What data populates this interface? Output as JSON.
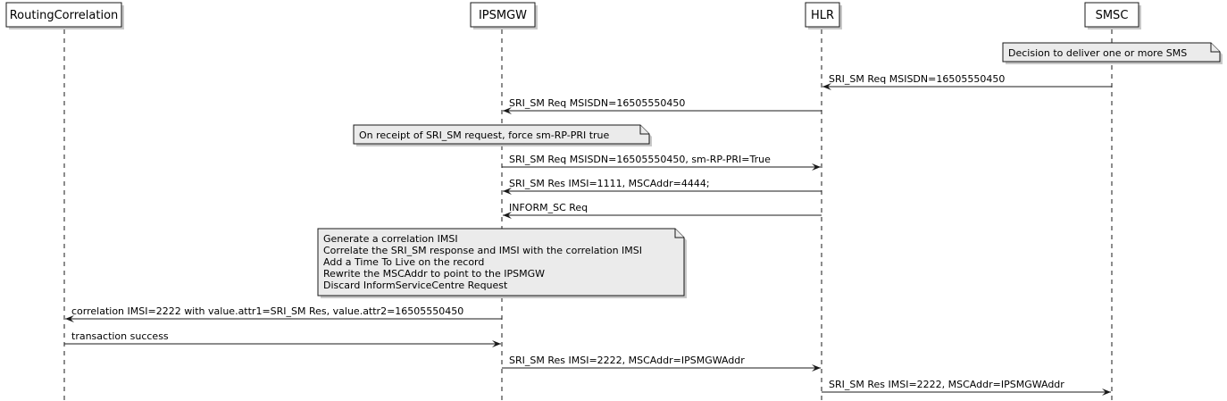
{
  "participants": [
    {
      "id": "rc",
      "label": "RoutingCorrelation"
    },
    {
      "id": "ipsmgw",
      "label": "IPSMGW"
    },
    {
      "id": "hlr",
      "label": "HLR"
    },
    {
      "id": "smsc",
      "label": "SMSC"
    }
  ],
  "events": [
    {
      "kind": "note",
      "over": "smsc",
      "lines": [
        "Decision to deliver one or more SMS"
      ]
    },
    {
      "kind": "message",
      "from": "smsc",
      "to": "hlr",
      "label": "SRI_SM Req MSISDN=16505550450"
    },
    {
      "kind": "message",
      "from": "hlr",
      "to": "ipsmgw",
      "label": "SRI_SM Req MSISDN=16505550450"
    },
    {
      "kind": "note",
      "over": "ipsmgw",
      "lines": [
        "On receipt of SRI_SM request, force sm-RP-PRI true"
      ]
    },
    {
      "kind": "message",
      "from": "ipsmgw",
      "to": "hlr",
      "label": "SRI_SM Req MSISDN=16505550450, sm-RP-PRI=True"
    },
    {
      "kind": "message",
      "from": "hlr",
      "to": "ipsmgw",
      "label": "SRI_SM Res IMSI=1111, MSCAddr=4444;"
    },
    {
      "kind": "message",
      "from": "hlr",
      "to": "ipsmgw",
      "label": "INFORM_SC Req"
    },
    {
      "kind": "note",
      "over": "ipsmgw",
      "lines": [
        "Generate a correlation IMSI",
        "Correlate the SRI_SM response and IMSI with the correlation IMSI",
        "Add a Time To Live on the record",
        "Rewrite the MSCAddr to point to the IPSMGW",
        "Discard InformServiceCentre Request"
      ]
    },
    {
      "kind": "message",
      "from": "ipsmgw",
      "to": "rc",
      "label": "correlation IMSI=2222 with value.attr1=SRI_SM Res, value.attr2=16505550450"
    },
    {
      "kind": "message",
      "from": "rc",
      "to": "ipsmgw",
      "label": "transaction success"
    },
    {
      "kind": "message",
      "from": "ipsmgw",
      "to": "hlr",
      "label": "SRI_SM Res IMSI=2222, MSCAddr=IPSMGWAddr"
    },
    {
      "kind": "message",
      "from": "hlr",
      "to": "smsc",
      "label": "SRI_SM Res IMSI=2222, MSCAddr=IPSMGWAddr"
    }
  ]
}
